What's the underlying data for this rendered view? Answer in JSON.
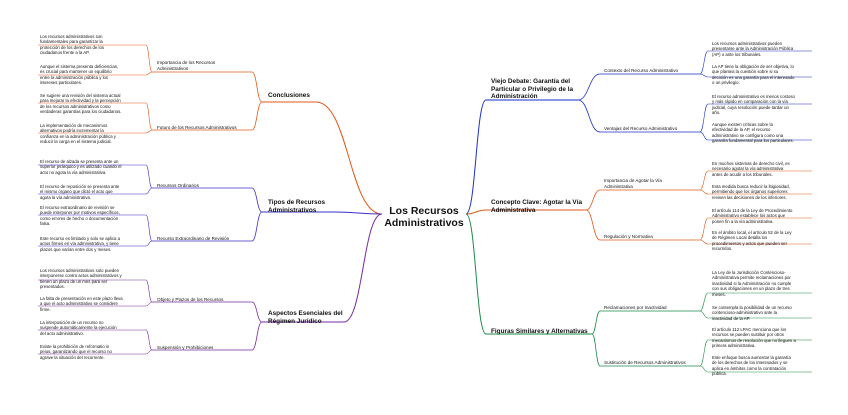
{
  "root": "Los Recursos\nAdministrativos",
  "colors": {
    "conclusiones": "#e05a1a",
    "tipos": "#3d2fc8",
    "aspectos": "#7a2aa0",
    "viejo": "#1a2fc8",
    "concepto": "#e05a1a",
    "figuras": "#1e8a4a"
  },
  "branches": {
    "conclusiones": {
      "label": "Conclusiones",
      "subs": [
        {
          "label": "Importancia de los Recursos\nAdministrativos",
          "leaves": [
            "Los recursos administrativos son\nfundamentales para garantizar la\nprotección de los derechos de los\nciudadanos frente a la AP.",
            "Aunque el sistema presenta deficiencias,\nes crucial para mantener un equilibrio\nentre la administración pública y los\nintereses particulares."
          ]
        },
        {
          "label": "Futuro de los Recursos Administrativos",
          "leaves": [
            "Se sugiere una revisión del sistema actual\npara mejorar la efectividad y la percepción\nde los recursos administrativos como\nverdaderas garantías para los ciudadanos.",
            "La implementación de mecanismos\nalternativos podría incrementar la\nconfianza en la administración pública y\nreducir la carga en el sistema judicial."
          ]
        }
      ]
    },
    "tipos": {
      "label": "Tipos de Recursos\nAdministrativos",
      "subs": [
        {
          "label": "Recursos Ordinarios",
          "leaves": [
            "El recurso de alzada se presenta ante un\nsuperior jerárquico y es utilizado cuando el\nacto no agota la vía administrativa.",
            "El recurso de reposición se presenta ante\nel mismo órgano que dictó el acto que\nagota la vía administrativa."
          ]
        },
        {
          "label": "Recurso Extraordinario de Revisión",
          "leaves": [
            "El recurso extraordinario de revisión se\npuede interponer por motivos específicos,\ncomo errores de hecho o documentación\nfalsa.",
            "Este recurso es limitado y solo se aplica a\nactos firmes en vía administrativa, y tiene\nplazos que varían entre dos y meses."
          ]
        }
      ]
    },
    "aspectos": {
      "label": "Aspectos Esenciales del\nRégimen Jurídico",
      "subs": [
        {
          "label": "Objeto y Plazos de los Recursos",
          "leaves": [
            "Los recursos administrativos solo pueden\ninterponerse contra actos administrativos y\ntienen un plazo de un mes para ser\npresentados.",
            "La falta de presentación en este plazo lleva\na que el acto administrativo se considere\nfirme."
          ]
        },
        {
          "label": "Suspensión y Prohibiciones",
          "leaves": [
            "La interposición de un recurso no\nsuspende automáticamente la ejecución\ndel acto administrativo.",
            "Existe la prohibición de reformatio in\npeius, garantizando que el recurso no\nagrave la situación del recurrente."
          ]
        }
      ]
    },
    "viejo": {
      "label": "Viejo Debate: Garantía del\nParticular o Privilegio de la\nAdministración",
      "subs": [
        {
          "label": "Contexto del Recurso Administrativo",
          "leaves": [
            "Los recursos administrativos pueden\npresentarse ante la Administración Pública\n(AP) o ante los tribunales.",
            "La AP tiene la obligación de ser objetiva, lo\nque plantea la cuestión sobre si su\ndecisión es una garantía para el interesado\no un privilegio."
          ]
        },
        {
          "label": "Ventajas del Recurso Administrativo",
          "leaves": [
            "El recurso administrativo es menos costoso\ny más rápido en comparación con la vía\njudicial, cuya resolución puede tardar un\naño.",
            "Aunque existen críticas sobre la\nefectividad de la AP, el recurso\nadministrativo se configura como una\ngarantía fundamental para los particulares."
          ]
        }
      ]
    },
    "concepto": {
      "label": "Concepto Clave: Agotar la Vía\nAdministrativa",
      "subs": [
        {
          "label": "Importancia de Agotar la Vía\nAdministrativa",
          "leaves": [
            "En muchos sistemas de derecho civil, es\nnecesario agotar la vía administrativa\nantes de acudir a los tribunales.",
            "Esta medida busca reducir la litigiosidad,\npermitiendo que los órganos superiores\nrevisen las decisiones de los inferiores."
          ]
        },
        {
          "label": "Regulación y Normativa",
          "leaves": [
            "El artículo 114 de la Ley de Procedimiento\nAdministrativo establece los actos que\nponen fin a la vía administrativa.",
            "En el ámbito local, el artículo 52 de la Ley\nde Régimen Local detalla los\nprocedimientos y actos que pueden ser\nrecurridos."
          ]
        }
      ]
    },
    "figuras": {
      "label": "Figuras Similares y Alternativas",
      "subs": [
        {
          "label": "Reclamaciones por Inactividad",
          "leaves": [
            "La Ley de la Jurisdicción Contencioso-\nAdministrativa permite reclamaciones por\ninactividad si la Administración no cumple\ncon sus obligaciones en un plazo de tres\nmeses.",
            "Se contempla la posibilidad de un recurso\ncontencioso-administrativo ante la\ninactividad de la AP."
          ]
        },
        {
          "label": "Sustitución de Recursos Administrativos",
          "leaves": [
            "El artículo 112 LPAC menciona que los\nrecursos se pueden sustituir por otros\nmecanismos de resolución que no lleguen a\nprimera administrativa.",
            "Este enfoque busca aumentar la garantía\nde los derechos de los interesados y se\naplica en ámbitos como la contratación\npública."
          ]
        }
      ]
    }
  }
}
